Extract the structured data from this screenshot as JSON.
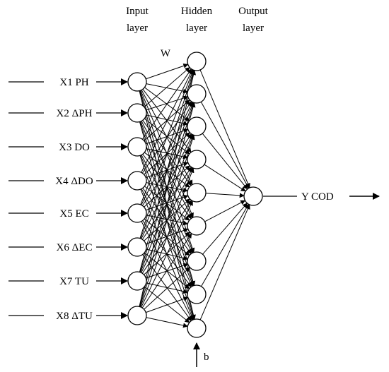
{
  "layer_headers": {
    "input": [
      "Input",
      "layer"
    ],
    "hidden": [
      "Hidden",
      "layer"
    ],
    "output": [
      "Output",
      "layer"
    ]
  },
  "weight_label": "W",
  "bias_label": "b",
  "inputs": [
    "X1 PH",
    "X2 ΔPH",
    "X3 DO",
    "X4 ΔDO",
    "X5 EC",
    "X6 ΔEC",
    "X7 TU",
    "X8 ΔTU"
  ],
  "hidden_count": 9,
  "output_label": "Y COD"
}
